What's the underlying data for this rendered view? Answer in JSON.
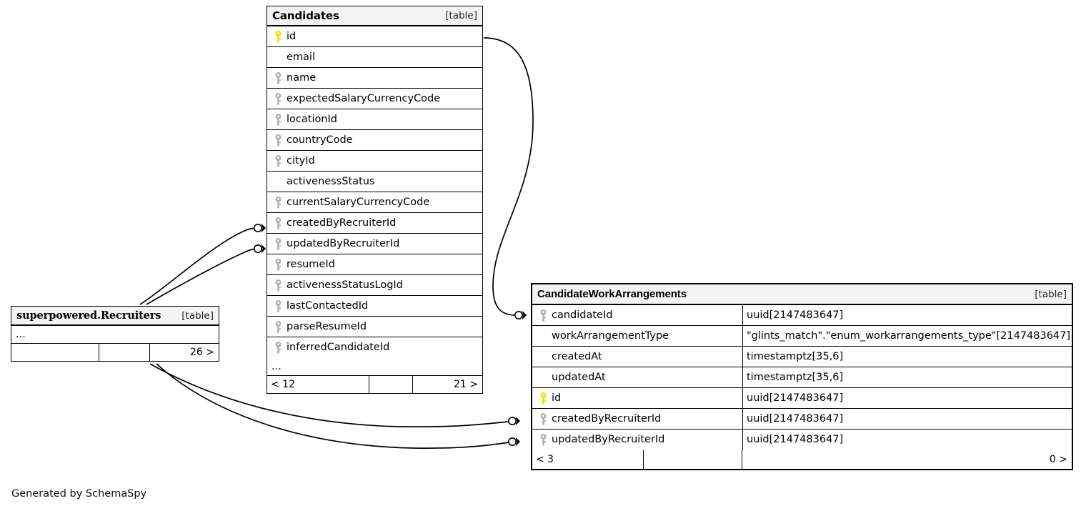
{
  "diagram": {
    "generator_note": "Generated by SchemaSpy",
    "table_tag": "[table]",
    "ellipsis": "...",
    "colors": {
      "primary_key": "#e8e800",
      "foreign_key": "#b3b3b3",
      "header_background": "#f4f4f4",
      "border": "#000000",
      "background": "#ffffff"
    }
  },
  "tables": {
    "candidates": {
      "title": "Candidates",
      "tag": "[table]",
      "columns": [
        {
          "name": "id",
          "key": "primary"
        },
        {
          "name": "email",
          "key": "none"
        },
        {
          "name": "name",
          "key": "foreign"
        },
        {
          "name": "expectedSalaryCurrencyCode",
          "key": "foreign"
        },
        {
          "name": "locationId",
          "key": "foreign"
        },
        {
          "name": "countryCode",
          "key": "foreign"
        },
        {
          "name": "cityId",
          "key": "foreign"
        },
        {
          "name": "activenessStatus",
          "key": "none"
        },
        {
          "name": "currentSalaryCurrencyCode",
          "key": "foreign"
        },
        {
          "name": "createdByRecruiterId",
          "key": "foreign"
        },
        {
          "name": "updatedByRecruiterId",
          "key": "foreign"
        },
        {
          "name": "resumeId",
          "key": "foreign"
        },
        {
          "name": "activenessStatusLogId",
          "key": "foreign"
        },
        {
          "name": "lastContactedId",
          "key": "foreign"
        },
        {
          "name": "parseResumeId",
          "key": "foreign"
        },
        {
          "name": "inferredCandidateId",
          "key": "foreign"
        }
      ],
      "more_indicator": "...",
      "footer": {
        "left": "< 12",
        "middle": "",
        "right": "21 >"
      }
    },
    "recruiters": {
      "title": "superpowered.Recruiters",
      "tag": "[table]",
      "more_indicator": "...",
      "footer": {
        "left": "",
        "middle": "",
        "right": "26 >"
      }
    },
    "candidate_work_arrangements": {
      "title": "CandidateWorkArrangements",
      "tag": "[table]",
      "columns": [
        {
          "name": "candidateId",
          "key": "foreign",
          "type": "uuid[2147483647]"
        },
        {
          "name": "workArrangementType",
          "key": "none",
          "type": "\"glints_match\".\"enum_workarrangements_type\"[2147483647]"
        },
        {
          "name": "createdAt",
          "key": "none",
          "type": "timestamptz[35,6]"
        },
        {
          "name": "updatedAt",
          "key": "none",
          "type": "timestamptz[35,6]"
        },
        {
          "name": "id",
          "key": "primary",
          "type": "uuid[2147483647]"
        },
        {
          "name": "createdByRecruiterId",
          "key": "foreign",
          "type": "uuid[2147483647]"
        },
        {
          "name": "updatedByRecruiterId",
          "key": "foreign",
          "type": "uuid[2147483647]"
        }
      ],
      "footer": {
        "left": "< 3",
        "middle": "",
        "right": "0 >"
      }
    }
  },
  "relationships": [
    {
      "from": "Candidates.id",
      "to": "CandidateWorkArrangements.candidateId"
    },
    {
      "from": "superpowered.Recruiters",
      "to": "Candidates.createdByRecruiterId"
    },
    {
      "from": "superpowered.Recruiters",
      "to": "Candidates.updatedByRecruiterId"
    },
    {
      "from": "superpowered.Recruiters",
      "to": "CandidateWorkArrangements.createdByRecruiterId"
    },
    {
      "from": "superpowered.Recruiters",
      "to": "CandidateWorkArrangements.updatedByRecruiterId"
    }
  ]
}
